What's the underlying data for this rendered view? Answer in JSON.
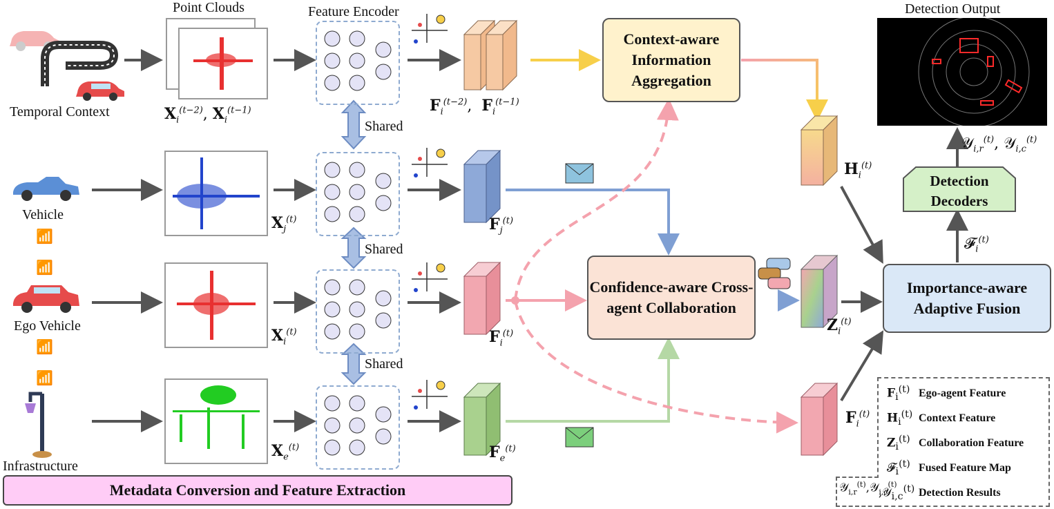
{
  "labels": {
    "point_clouds": "Point Clouds",
    "feature_encoder": "Feature Encoder",
    "detection_output": "Detection Output",
    "temporal_context": "Temporal Context",
    "vehicle": "Vehicle",
    "ego_vehicle": "Ego Vehicle",
    "infrastructure": "Infrastructure",
    "shared": "Shared"
  },
  "modules": {
    "context_aggregation": "Context-aware Information Aggregation",
    "collaboration": "Confidence-aware Cross-agent Collaboration",
    "fusion": "Importance-aware Adaptive Fusion",
    "decoders": "Detection Decoders"
  },
  "banner": "Metadata Conversion and Feature Extraction",
  "math": {
    "x_temporal": "X(t−2), X(t−1)",
    "x_j": "X j (t)",
    "x_i": "X i (t)",
    "x_e": "X e (t)",
    "f_temporal": "F(t−2), F(t−1)",
    "f_j": "F j (t)",
    "f_i": "F i (t)",
    "f_e": "F e (t)",
    "h_i": "H i (t)",
    "z_i": "Z i (t)",
    "fused": "𝓕 i (t)",
    "outputs": "𝒴(t) i,r , 𝒴(t) i,c"
  },
  "legend": [
    {
      "symbol": "F",
      "sub": "i",
      "sup": "(t)",
      "text": "Ego-agent Feature"
    },
    {
      "symbol": "H",
      "sub": "i",
      "sup": "(t)",
      "text": "Context Feature"
    },
    {
      "symbol": "Z",
      "sub": "i",
      "sup": "(t)",
      "text": "Collaboration Feature"
    },
    {
      "symbol": "𝓕",
      "sub": "i",
      "sup": "(t)",
      "text": "Fused Feature Map"
    },
    {
      "symbol": "𝒴",
      "sub": "i,r",
      "sup": "(t)",
      "text": "Detection Results"
    }
  ],
  "colors": {
    "temporal_feat": "#f6c9a3",
    "vehicle_feat": "#8ea9d8",
    "ego_feat": "#f2a7b0",
    "infra_feat": "#a9d18e",
    "context_box": "#fff2cc",
    "collab_box": "#fbe3d6",
    "fusion_box": "#dae8f7",
    "decoder_box": "#d5f0c8",
    "banner": "#ffccf6"
  }
}
